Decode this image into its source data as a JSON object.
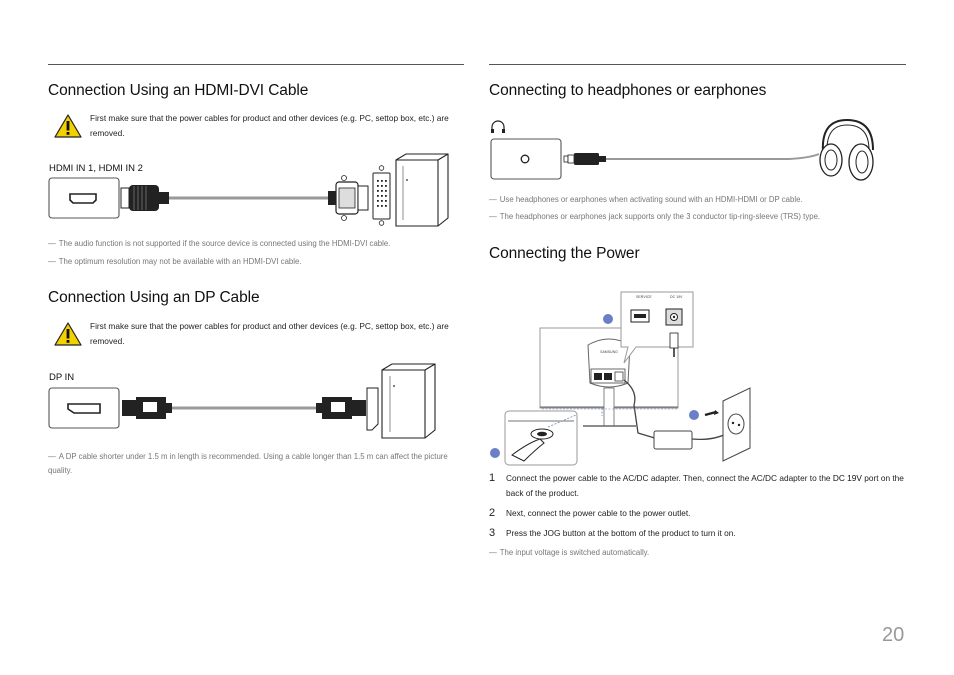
{
  "left": {
    "hdmi_dvi": {
      "title": "Connection Using an HDMI-DVI Cable",
      "warning": "First make sure that the power cables for product and other devices (e.g. PC, settop box, etc.) are removed.",
      "port_label": "HDMI IN 1, HDMI IN 2",
      "notes": [
        "The audio function is not supported if the source device is connected using the HDMI-DVI cable.",
        "The optimum resolution may not be available with an HDMI-DVI cable."
      ]
    },
    "dp": {
      "title": "Connection Using an DP Cable",
      "warning": "First make sure that the power cables for product and other devices (e.g. PC, settop box, etc.) are removed.",
      "port_label": "DP IN",
      "notes": [
        "A DP cable shorter under 1.5 m in length is recommended. Using a cable longer than 1.5 m can affect the picture quality."
      ]
    }
  },
  "right": {
    "headphones": {
      "title": "Connecting to headphones or earphones",
      "notes": [
        "Use headphones or earphones when activating sound with an HDMI-HDMI or DP cable.",
        "The headphones or earphones jack supports only the 3 conductor tip-ring-sleeve (TRS) type."
      ]
    },
    "power": {
      "title": "Connecting the Power",
      "diagram_labels": {
        "service": "SERVICE",
        "dc": "DC 19V"
      },
      "steps": [
        {
          "num": "1",
          "text_before": "Connect the power cable to the AC/DC adapter. Then, connect the AC/DC adapter to the ",
          "highlight": "DC 19V",
          "text_after": " port on the back of the product."
        },
        {
          "num": "2",
          "text": "Next, connect the power cable to the power outlet."
        },
        {
          "num": "3",
          "text": "Press the JOG button at the bottom of the product to turn it on."
        }
      ],
      "notes": [
        "The input voltage is switched automatically."
      ]
    }
  },
  "note_dash": "―",
  "page_number": "20",
  "colors": {
    "accent_dot": "#6a7fc4",
    "warning_yellow": "#f3d000"
  }
}
